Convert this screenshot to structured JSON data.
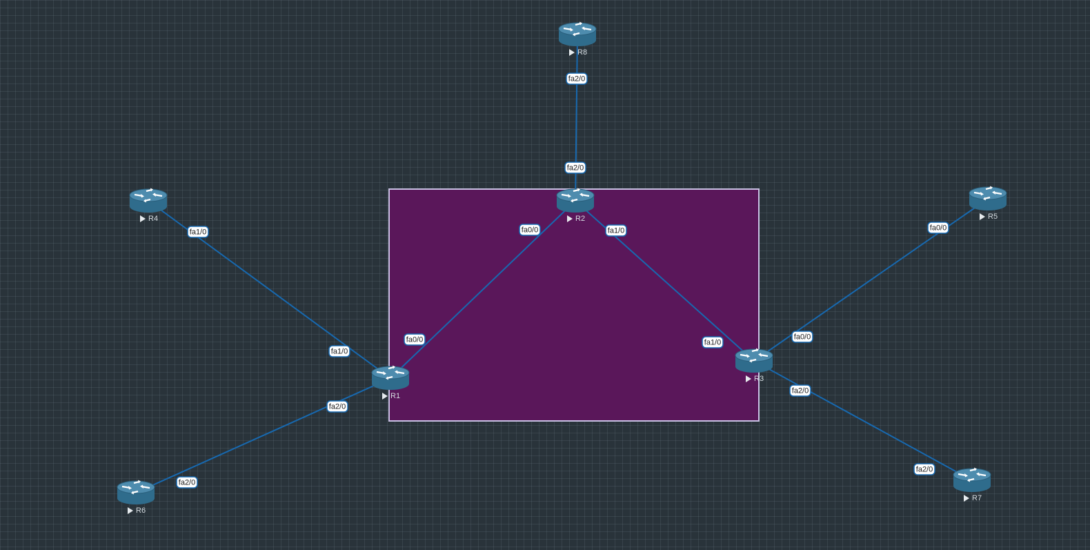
{
  "colors": {
    "canvas_bg": "#29333a",
    "grid": "#3a464d",
    "link": "#1769b0",
    "area_fill": "#5a175a",
    "area_border": "#c9c2e4",
    "router": "#2f6c8c",
    "label_bg": "#ffffff"
  },
  "icons": {
    "router": "router-icon",
    "node_status": "play-icon"
  },
  "nodes": [
    {
      "id": "R1",
      "label": "R1",
      "icon": "router-icon"
    },
    {
      "id": "R2",
      "label": "R2",
      "icon": "router-icon"
    },
    {
      "id": "R3",
      "label": "R3",
      "icon": "router-icon"
    },
    {
      "id": "R4",
      "label": "R4",
      "icon": "router-icon"
    },
    {
      "id": "R5",
      "label": "R5",
      "icon": "router-icon"
    },
    {
      "id": "R6",
      "label": "R6",
      "icon": "router-icon"
    },
    {
      "id": "R7",
      "label": "R7",
      "icon": "router-icon"
    },
    {
      "id": "R8",
      "label": "R8",
      "icon": "router-icon"
    }
  ],
  "links": [
    {
      "from": "R8",
      "from_iface": "fa2/0",
      "to": "R2",
      "to_iface": "fa2/0"
    },
    {
      "from": "R2",
      "from_iface": "fa0/0",
      "to": "R1",
      "to_iface": "fa0/0"
    },
    {
      "from": "R2",
      "from_iface": "fa1/0",
      "to": "R3",
      "to_iface": "fa1/0"
    },
    {
      "from": "R4",
      "from_iface": "fa1/0",
      "to": "R1",
      "to_iface": "fa1/0"
    },
    {
      "from": "R1",
      "from_iface": "fa2/0",
      "to": "R6",
      "to_iface": "fa2/0"
    },
    {
      "from": "R5",
      "from_iface": "fa0/0",
      "to": "R3",
      "to_iface": "fa0/0"
    },
    {
      "from": "R3",
      "from_iface": "fa2/0",
      "to": "R7",
      "to_iface": "fa2/0"
    }
  ]
}
